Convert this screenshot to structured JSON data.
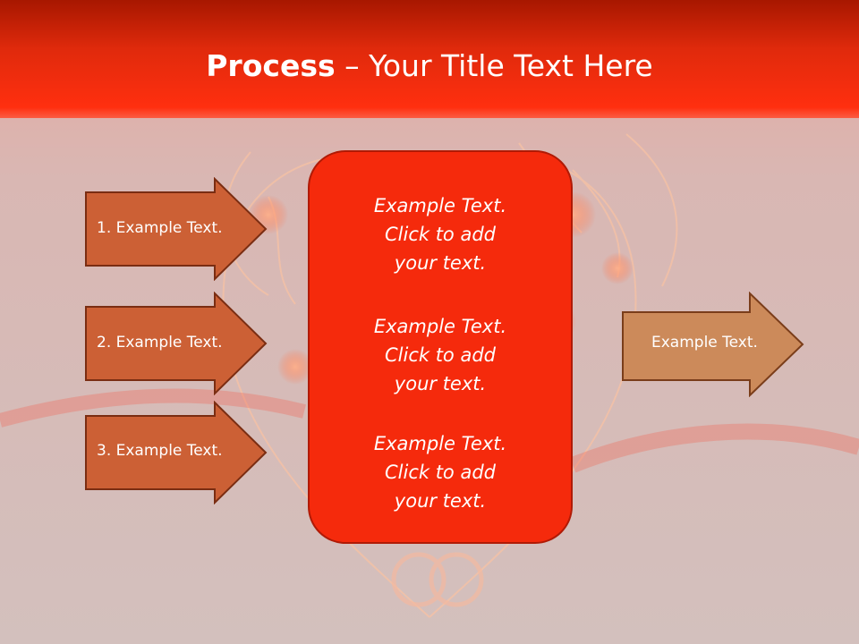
{
  "title": {
    "bold": "Process",
    "rest": " – Your Title Text Here"
  },
  "left_arrows": [
    {
      "label": "1. Example Text."
    },
    {
      "label": "2. Example Text."
    },
    {
      "label": "3. Example Text."
    }
  ],
  "center_box": {
    "blocks": [
      {
        "line1": "Example Text.",
        "line2": "Click  to add",
        "line3": "your text."
      },
      {
        "line1": "Example Text.",
        "line2": "Click  to add",
        "line3": "your text."
      },
      {
        "line1": "Example Text.",
        "line2": "Click  to add",
        "line3": "your text."
      }
    ]
  },
  "right_arrow": {
    "label": "Example Text."
  },
  "colors": {
    "header": "#e02a0c",
    "left_arrow_fill": "#cc6035",
    "center_box_fill": "#f52a0c",
    "right_arrow_fill": "#cc8a5a",
    "background": "#d3c0bd"
  },
  "decoration": {
    "background_art": "glowing-heart-rings-illustration"
  }
}
